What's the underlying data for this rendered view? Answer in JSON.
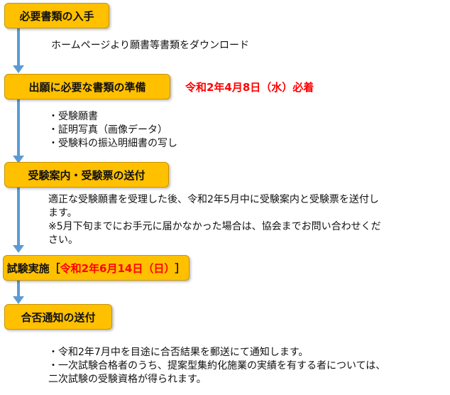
{
  "colors": {
    "step_box": "#ffc000",
    "connector": "#5b9bd5",
    "highlight": "#ff0000"
  },
  "steps": [
    {
      "label": "必要書類の入手",
      "notes": [
        "ホームページより願書等書類をダウンロード"
      ]
    },
    {
      "label": "出願に必要な書類の準備",
      "deadline": "令和2年4月8日（水）必着",
      "notes": [
        "・受験願書",
        "・証明写真（画像データ）",
        "・受験料の振込明細書の写し"
      ]
    },
    {
      "label": "受験案内・受験票の送付",
      "notes": [
        "適正な受験願書を受理した後、令和2年5月中に受験案内と受験票を送付し",
        "ます。",
        "※5月下旬までにお手元に届かなかった場合は、協会までお問い合わせくだ",
        "さい。"
      ]
    },
    {
      "label": "試験実施",
      "date_open": "［",
      "date": "令和2年6月14日（日）",
      "date_close": "］"
    },
    {
      "label": "合否通知の送付",
      "notes": [
        "・令和2年7月中を目途に合否結果を郵送にて通知します。",
        "・一次試験合格者のうち、提案型集約化施業の実績を有する者については、",
        "二次試験の受験資格が得られます。"
      ]
    }
  ]
}
